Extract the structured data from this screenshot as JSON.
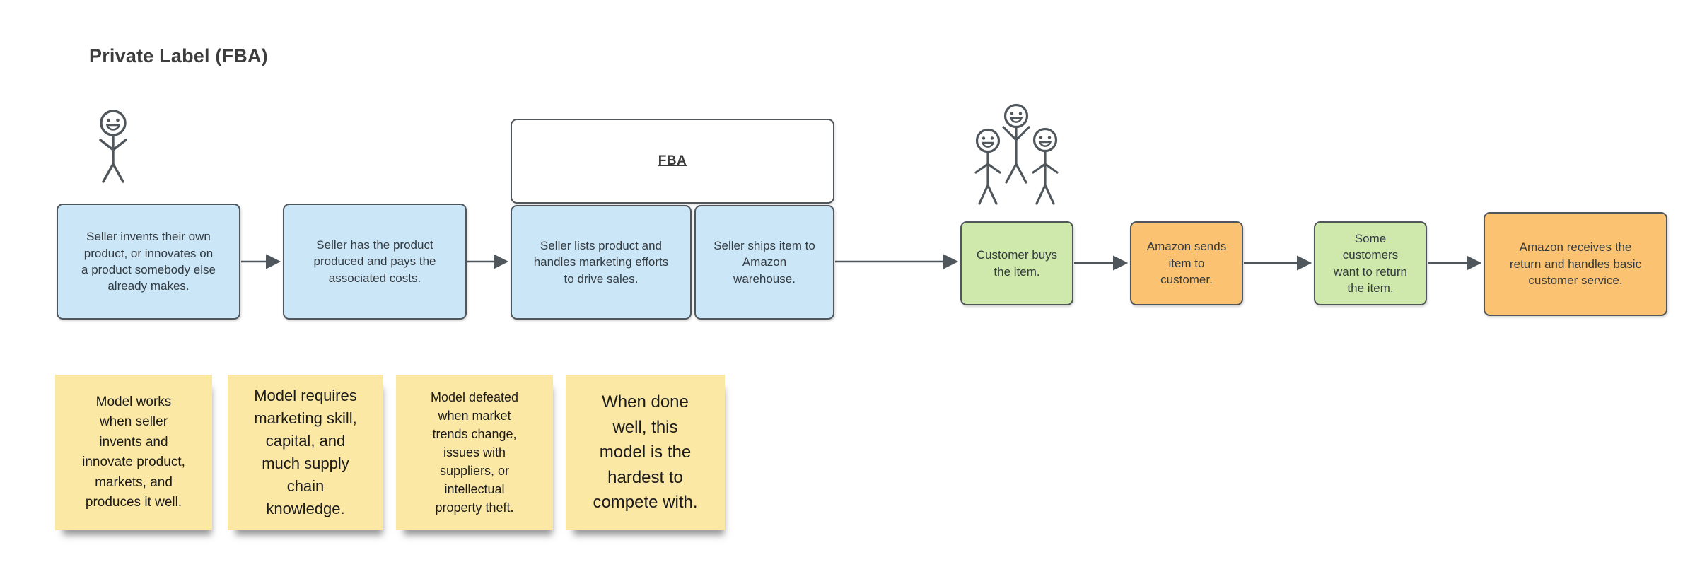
{
  "title": "Private Label (FBA)",
  "colors": {
    "stroke": "#4f565c",
    "text": "#333a40",
    "blue_fill": "#cbe6f7",
    "green_fill": "#cfe9ad",
    "orange_fill": "#fbc371",
    "yellow_fill": "#fbe8a4"
  },
  "fba_group": {
    "label": "FBA"
  },
  "boxes": [
    {
      "text": "Seller invents their own\nproduct, or innovates on\na product somebody else\nalready makes.",
      "color": "blue"
    },
    {
      "text": "Seller has the product\nproduced and pays the\nassociated costs.",
      "color": "blue"
    },
    {
      "text": "Seller lists product and\nhandles marketing efforts\nto drive sales.",
      "color": "blue"
    },
    {
      "text": "Seller ships item to\nAmazon\nwarehouse.",
      "color": "blue"
    },
    {
      "text": "Customer buys\nthe item.",
      "color": "green"
    },
    {
      "text": "Amazon sends\nitem to\ncustomer.",
      "color": "orange"
    },
    {
      "text": "Some\ncustomers\nwant to return\nthe item.",
      "color": "green"
    },
    {
      "text": "Amazon receives the\nreturn and handles basic\ncustomer service.",
      "color": "orange"
    }
  ],
  "notes": [
    {
      "text": "Model works\nwhen seller\ninvents and\ninnovate product,\nmarkets, and\nproduces it well."
    },
    {
      "text": "Model requires\nmarketing skill,\ncapital, and\nmuch supply\nchain\nknowledge."
    },
    {
      "text": "Model defeated\nwhen market\ntrends change,\nissues with\nsuppliers, or\nintellectual\nproperty theft."
    },
    {
      "text": "When done\nwell, this\nmodel is the\nhardest to\ncompete with."
    }
  ],
  "icons": {
    "seller": "seller-stick-figure",
    "customers": "customers-stick-figures"
  }
}
